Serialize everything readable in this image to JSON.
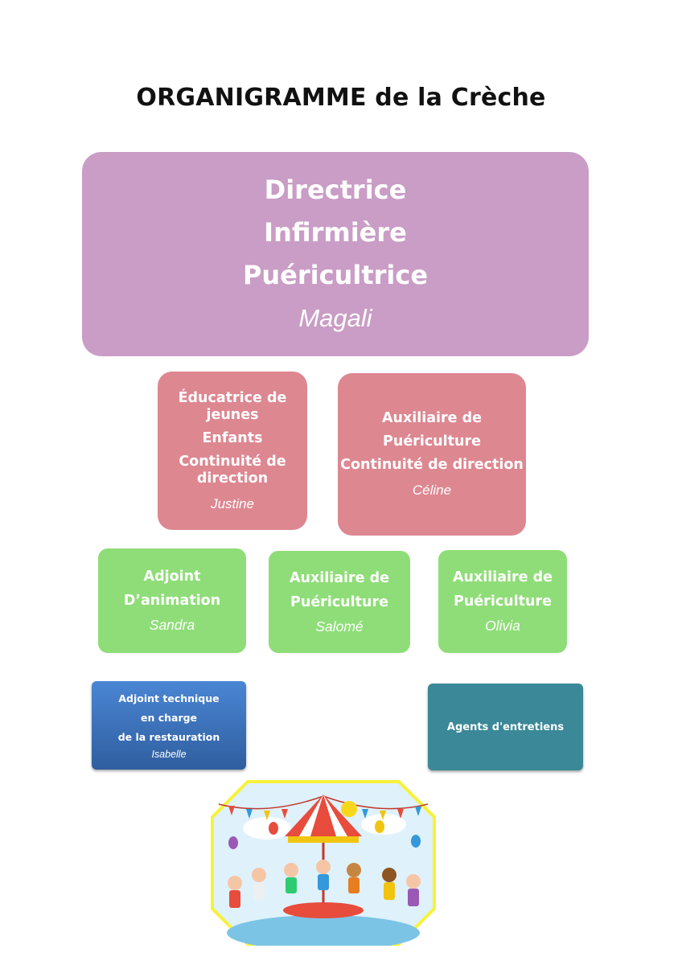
{
  "title": "ORGANIGRAMME de la Crèche",
  "director": {
    "lines": [
      "Directrice",
      "Infirmière",
      "Puéricultrice"
    ],
    "name": "Magali"
  },
  "level2": [
    {
      "lines": [
        "Éducatrice de jeunes",
        "Enfants",
        "Continuité de direction"
      ],
      "name": "Justine",
      "color": "#dd8791"
    },
    {
      "lines": [
        "Auxiliaire de",
        "Puériculture",
        "Continuité de direction"
      ],
      "name": "Céline",
      "color": "#dd8791"
    }
  ],
  "level3": [
    {
      "lines": [
        "Adjoint",
        "D’animation"
      ],
      "name": "Sandra",
      "color": "#8fdd78"
    },
    {
      "lines": [
        "Auxiliaire de",
        "Puériculture"
      ],
      "name": "Salomé",
      "color": "#8fdd78"
    },
    {
      "lines": [
        "Auxiliaire de",
        "Puériculture"
      ],
      "name": "Olivia",
      "color": "#8fdd78"
    }
  ],
  "level4": [
    {
      "lines": [
        "Adjoint technique",
        "en charge",
        "de la restauration"
      ],
      "name": "Isabelle",
      "color": "#3b6fb6"
    },
    {
      "lines": [
        "Agents d'entretiens"
      ],
      "color": "#3a8898"
    }
  ],
  "illustration": {
    "icon": "carousel-children-illustration",
    "frame_color": "#f7f23a"
  }
}
